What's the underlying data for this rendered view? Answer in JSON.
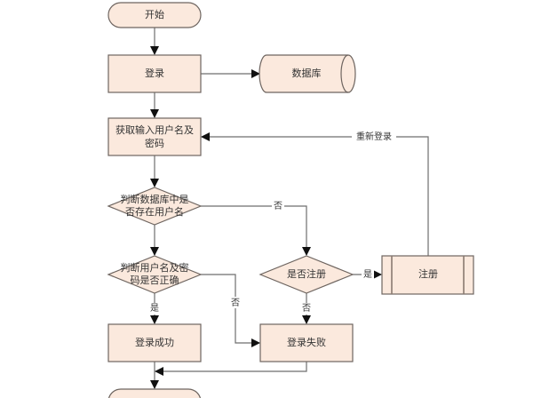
{
  "diagram": {
    "type": "flowchart",
    "nodes": {
      "start": {
        "kind": "terminal",
        "label": "开始"
      },
      "login": {
        "kind": "process",
        "label": "登录"
      },
      "database": {
        "kind": "database",
        "label": "数据库"
      },
      "get_input": {
        "kind": "process",
        "label_line1": "获取输入用户名及",
        "label_line2": "密码"
      },
      "check_user": {
        "kind": "decision",
        "label_line1": "判断数据库中是",
        "label_line2": "否存在用户名"
      },
      "check_password": {
        "kind": "decision",
        "label_line1": "判断用户名及密",
        "label_line2": "码是否正确"
      },
      "is_registered": {
        "kind": "decision",
        "label": "是否注册"
      },
      "register": {
        "kind": "predefined-process",
        "label": "注册"
      },
      "login_success": {
        "kind": "process",
        "label": "登录成功"
      },
      "login_fail": {
        "kind": "process",
        "label": "登录失败"
      },
      "end": {
        "kind": "terminal",
        "label": ""
      }
    },
    "edges": [
      {
        "from": "start",
        "to": "login",
        "label": ""
      },
      {
        "from": "login",
        "to": "database",
        "label": ""
      },
      {
        "from": "login",
        "to": "get_input",
        "label": ""
      },
      {
        "from": "get_input",
        "to": "check_user",
        "label": ""
      },
      {
        "from": "check_user",
        "to": "check_password",
        "label": ""
      },
      {
        "from": "check_user",
        "to": "is_registered",
        "label": "否"
      },
      {
        "from": "check_password",
        "to": "login_success",
        "label": "是"
      },
      {
        "from": "check_password",
        "to": "login_fail",
        "label": "否"
      },
      {
        "from": "is_registered",
        "to": "register",
        "label": "是"
      },
      {
        "from": "is_registered",
        "to": "login_fail",
        "label": "否"
      },
      {
        "from": "register",
        "to": "get_input",
        "label": "重新登录"
      },
      {
        "from": "login_success",
        "to": "end",
        "label": ""
      },
      {
        "from": "login_fail",
        "to": "end",
        "label": ""
      }
    ],
    "edge_labels": {
      "user_no": "否",
      "password_yes": "是",
      "password_no": "否",
      "registered_yes": "是",
      "registered_no": "否",
      "relogin": "重新登录"
    }
  }
}
